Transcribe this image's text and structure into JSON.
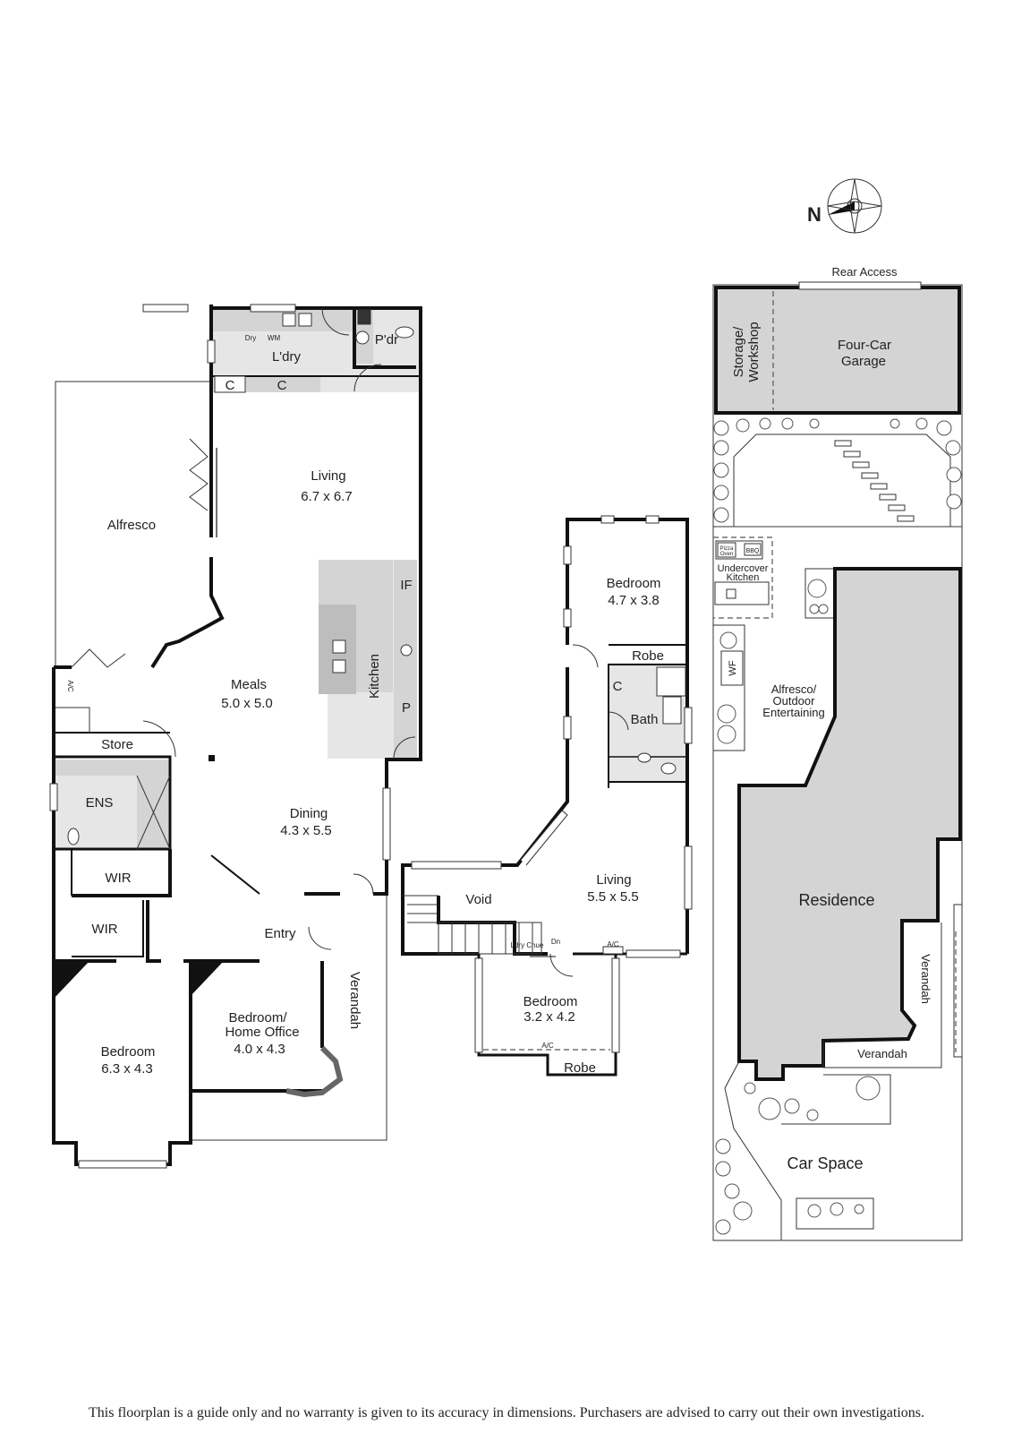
{
  "compass": {
    "label": "N",
    "icon": "north-compass-icon"
  },
  "ground_floor": {
    "rooms": [
      {
        "name": "L'dry"
      },
      {
        "name": "P'dr"
      },
      {
        "name": "Dry"
      },
      {
        "name": "WM"
      },
      {
        "name": "C"
      },
      {
        "name": "C"
      },
      {
        "name": "Living",
        "size": "6.7 x 6.7"
      },
      {
        "name": "Alfresco"
      },
      {
        "name": "Meals",
        "size": "5.0 x 5.0"
      },
      {
        "name": "Kitchen"
      },
      {
        "name": "IF"
      },
      {
        "name": "P"
      },
      {
        "name": "Store"
      },
      {
        "name": "A/C"
      },
      {
        "name": "ENS"
      },
      {
        "name": "Dining",
        "size": "4.3 x 5.5"
      },
      {
        "name": "WIR"
      },
      {
        "name": "WIR"
      },
      {
        "name": "Entry"
      },
      {
        "name": "Verandah"
      },
      {
        "name": "Bedroom/",
        "size": "Home Office",
        "extra": "4.0 x 4.3"
      },
      {
        "name": "Bedroom",
        "size": "6.3 x 4.3"
      }
    ]
  },
  "first_floor": {
    "rooms": [
      {
        "name": "Bedroom",
        "size": "4.7 x 3.8"
      },
      {
        "name": "Robe"
      },
      {
        "name": "C"
      },
      {
        "name": "Bath"
      },
      {
        "name": "Living",
        "size": "5.5 x 5.5"
      },
      {
        "name": "Void"
      },
      {
        "name": "Dn"
      },
      {
        "name": "Ldry Chue"
      },
      {
        "name": "A/C"
      },
      {
        "name": "Bedroom",
        "size": "3.2 x 4.2"
      },
      {
        "name": "A/C"
      },
      {
        "name": "Robe"
      }
    ]
  },
  "site_plan": {
    "labels": [
      {
        "name": "Rear Access"
      },
      {
        "name": "Storage/",
        "size": "Workshop"
      },
      {
        "name": "Four-Car",
        "size": "Garage"
      },
      {
        "name": "Pizza",
        "size": "Oven"
      },
      {
        "name": "BBQ"
      },
      {
        "name": "Undercover",
        "size": "Kitchen"
      },
      {
        "name": "WF"
      },
      {
        "name": "Alfresco/",
        "size": "Outdoor",
        "extra": "Entertaining"
      },
      {
        "name": "Residence"
      },
      {
        "name": "Verandah"
      },
      {
        "name": "Verandah"
      },
      {
        "name": "Car Space"
      }
    ]
  },
  "colors": {
    "wall": "#111111",
    "fill": "#d4d4d4",
    "light_fill": "#e6e6e6"
  },
  "disclaimer": "This floorplan is a guide only and no warranty is given to its accuracy in dimensions. Purchasers are advised to carry out their own investigations."
}
